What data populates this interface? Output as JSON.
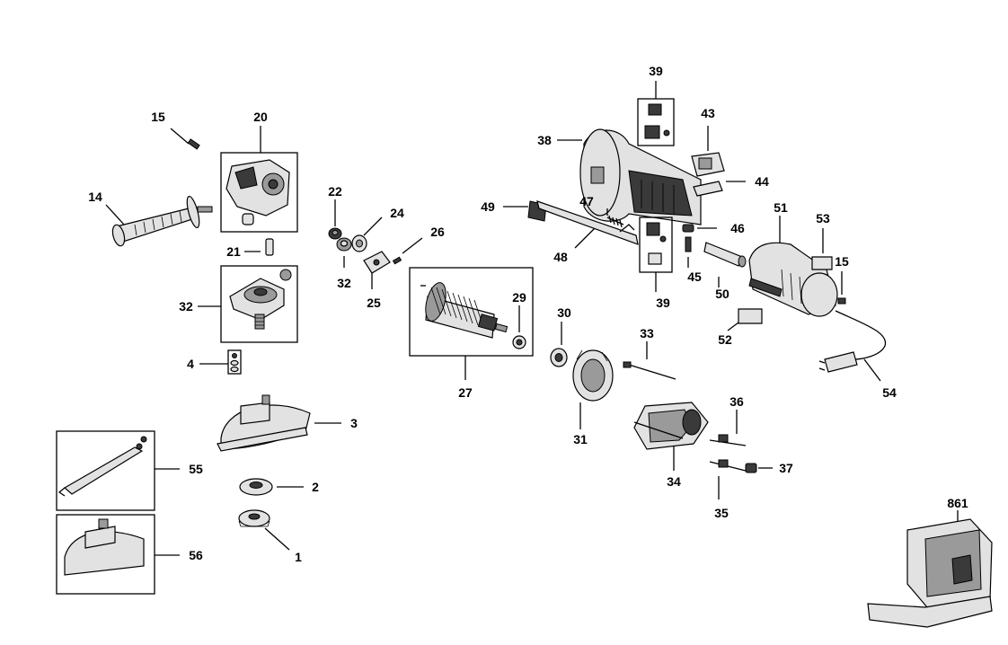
{
  "parts": {
    "p1": "1",
    "p2": "2",
    "p3": "3",
    "p4": "4",
    "p14": "14",
    "p15a": "15",
    "p15b": "15",
    "p20": "20",
    "p21": "21",
    "p22": "22",
    "p24": "24",
    "p25": "25",
    "p26": "26",
    "p27": "27",
    "p29": "29",
    "p30": "30",
    "p31": "31",
    "p32a": "32",
    "p32b": "32",
    "p33": "33",
    "p34": "34",
    "p35": "35",
    "p36": "36",
    "p37": "37",
    "p38": "38",
    "p39a": "39",
    "p39b": "39",
    "p43": "43",
    "p44": "44",
    "p45": "45",
    "p46": "46",
    "p47": "47",
    "p48": "48",
    "p49": "49",
    "p50": "50",
    "p51": "51",
    "p52": "52",
    "p53": "53",
    "p54": "54",
    "p55": "55",
    "p56": "56",
    "p861": "861"
  }
}
